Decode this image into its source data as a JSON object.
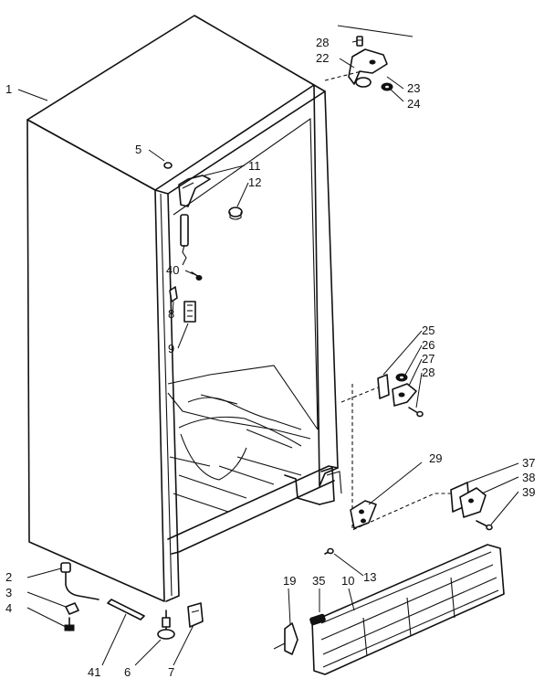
{
  "callouts": {
    "c1": "1",
    "c2": "2",
    "c3": "3",
    "c4": "4",
    "c5": "5",
    "c6": "6",
    "c7": "7",
    "c8": "8",
    "c9": "9",
    "c10": "10",
    "c11": "11",
    "c12": "12",
    "c13": "13",
    "c19": "19",
    "c22": "22",
    "c23": "23",
    "c24": "24",
    "c25": "25",
    "c26": "26",
    "c27": "27",
    "c28a": "28",
    "c28b": "28",
    "c29": "29",
    "c35": "35",
    "c37": "37",
    "c38": "38",
    "c39": "39",
    "c40": "40",
    "c41": "41"
  }
}
